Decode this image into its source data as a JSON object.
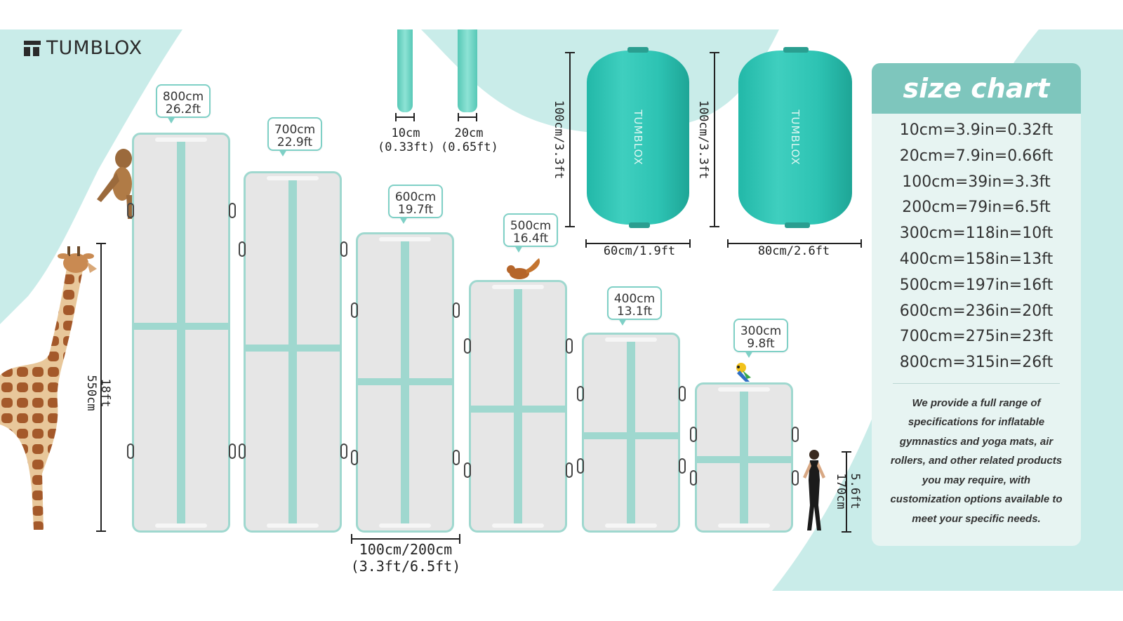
{
  "brand": {
    "name": "TUMBLOX"
  },
  "mats": [
    {
      "length_cm": "800cm",
      "length_ft": "26.2ft"
    },
    {
      "length_cm": "700cm",
      "length_ft": "22.9ft"
    },
    {
      "length_cm": "600cm",
      "length_ft": "19.7ft"
    },
    {
      "length_cm": "500cm",
      "length_ft": "16.4ft"
    },
    {
      "length_cm": "400cm",
      "length_ft": "13.1ft"
    },
    {
      "length_cm": "300cm",
      "length_ft": "9.8ft"
    }
  ],
  "mat_width": {
    "line1": "100cm/200cm",
    "line2": "(3.3ft/6.5ft)"
  },
  "giraffe_height": {
    "ft": "18ft",
    "cm": "550cm"
  },
  "person_height": {
    "ft": "5.6ft",
    "cm": "170cm"
  },
  "thickness": [
    {
      "cm": "10cm",
      "ft": "(0.33ft)"
    },
    {
      "cm": "20cm",
      "ft": "(0.65ft)"
    }
  ],
  "rollers": [
    {
      "height": "100cm/3.3ft",
      "width": "60cm/1.9ft"
    },
    {
      "height": "100cm/3.3ft",
      "width": "80cm/2.6ft"
    }
  ],
  "size_chart": {
    "title": "size chart",
    "rows": [
      "10cm=3.9in=0.32ft",
      "20cm=7.9in=0.66ft",
      "100cm=39in=3.3ft",
      "200cm=79in=6.5ft",
      "300cm=118in=10ft",
      "400cm=158in=13ft",
      "500cm=197in=16ft",
      "600cm=236in=20ft",
      "700cm=275in=23ft",
      "800cm=315in=26ft"
    ],
    "description_lines": [
      "We provide a full range of",
      "specifications for inflatable",
      "gymnastics and yoga mats, air",
      "rollers, and other related products",
      "you may require, with",
      "customization options available to",
      "meet your specific needs."
    ]
  },
  "colors": {
    "accent": "#7ec6bd",
    "mint": "#9fd8cf",
    "roller": "#2dc3b3",
    "background_blob": "#c9ece9"
  },
  "illustrations": [
    "giraffe",
    "monkey",
    "squirrel",
    "parrot",
    "woman-figure"
  ]
}
